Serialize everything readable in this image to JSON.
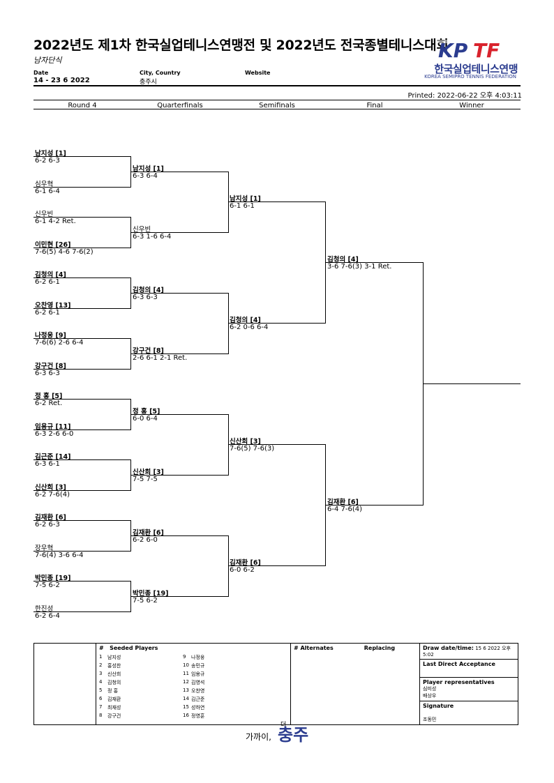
{
  "header": {
    "title": "2022년도 제1차 한국실업테니스연맹전 및 2022년도 전국종별테니스대회",
    "subtitle": "남자단식",
    "date_label": "Date",
    "date_value": "14 - 23 6 2022",
    "city_label": "City, Country",
    "city_value": "충주시",
    "website_label": "Website",
    "printed": "Printed: 2022-06-22 오후 4:03:11"
  },
  "logo": {
    "letters": "KPTF",
    "name_ko": "한국실업테니스연맹",
    "name_en": "KOREA SEMIPRO TENNIS FEDERATION",
    "brand_color": "#2b3c8f",
    "accent_color": "#d9232d"
  },
  "rounds": [
    "Round 4",
    "Quarterfinals",
    "Semifinals",
    "Final",
    "Winner"
  ],
  "round4": [
    {
      "name": "남지성",
      "seed": "[1]",
      "score": "6-2 6-3"
    },
    {
      "name": "심우혁",
      "seed": "",
      "score": "6-1 6-4"
    },
    {
      "name": "신우빈",
      "seed": "",
      "score": "6-1 4-2 Ret."
    },
    {
      "name": "이민현",
      "seed": "[26]",
      "score": "7-6(5) 4-6 7-6(2)"
    },
    {
      "name": "김청의",
      "seed": "[4]",
      "score": "6-2 6-1"
    },
    {
      "name": "오찬영",
      "seed": "[13]",
      "score": "6-2 6-1"
    },
    {
      "name": "나정웅",
      "seed": "[9]",
      "score": "7-6(6) 2-6 6-4"
    },
    {
      "name": "강구건",
      "seed": "[8]",
      "score": "6-3 6-3"
    },
    {
      "name": "정 홍",
      "seed": "[5]",
      "score": "6-2 Ret."
    },
    {
      "name": "임용규",
      "seed": "[11]",
      "score": "6-3 2-6 6-0"
    },
    {
      "name": "김근준",
      "seed": "[14]",
      "score": "6-3 6-1"
    },
    {
      "name": "신산희",
      "seed": "[3]",
      "score": "6-2 7-6(4)"
    },
    {
      "name": "김재환",
      "seed": "[6]",
      "score": "6-2 6-3"
    },
    {
      "name": "장우혁",
      "seed": "",
      "score": "7-6(4) 3-6 6-4"
    },
    {
      "name": "박민종",
      "seed": "[19]",
      "score": "7-5 6-2"
    },
    {
      "name": "한진성",
      "seed": "",
      "score": "6-2 6-4"
    }
  ],
  "quarterfinals": [
    {
      "name": "남지성",
      "seed": "[1]",
      "score": "6-3 6-4"
    },
    {
      "name": "신우빈",
      "seed": "",
      "score": "6-3 1-6 6-4"
    },
    {
      "name": "김청의",
      "seed": "[4]",
      "score": "6-3 6-3"
    },
    {
      "name": "강구건",
      "seed": "[8]",
      "score": "2-6 6-1 2-1 Ret."
    },
    {
      "name": "정 홍",
      "seed": "[5]",
      "score": "6-0 6-4"
    },
    {
      "name": "신산희",
      "seed": "[3]",
      "score": "7-5 7-5"
    },
    {
      "name": "김재환",
      "seed": "[6]",
      "score": "6-2 6-0"
    },
    {
      "name": "박민종",
      "seed": "[19]",
      "score": "7-5 6-2"
    }
  ],
  "semifinals": [
    {
      "name": "남지성",
      "seed": "[1]",
      "score": "6-1 6-1"
    },
    {
      "name": "김청의",
      "seed": "[4]",
      "score": "6-2 0-6 6-4"
    },
    {
      "name": "신산희",
      "seed": "[3]",
      "score": "7-6(5) 7-6(3)"
    },
    {
      "name": "김재환",
      "seed": "[6]",
      "score": "6-0 6-2"
    }
  ],
  "final": [
    {
      "name": "김청의",
      "seed": "[4]",
      "score": "3-6 7-6(3) 3-1 Ret."
    },
    {
      "name": "김재환",
      "seed": "[6]",
      "score": "6-4 7-6(4)"
    }
  ],
  "footer": {
    "seeded_title": "Seeded Players",
    "hash": "#",
    "seeds_left": [
      {
        "n": "1",
        "name": "남지성"
      },
      {
        "n": "2",
        "name": "홍성찬"
      },
      {
        "n": "3",
        "name": "신산희"
      },
      {
        "n": "4",
        "name": "김청의"
      },
      {
        "n": "5",
        "name": "정 홍"
      },
      {
        "n": "6",
        "name": "김재환"
      },
      {
        "n": "7",
        "name": "최재성"
      },
      {
        "n": "8",
        "name": "강구건"
      }
    ],
    "seeds_right": [
      {
        "n": "9",
        "name": "나정웅"
      },
      {
        "n": "10",
        "name": "송민규"
      },
      {
        "n": "11",
        "name": "임용규"
      },
      {
        "n": "12",
        "name": "김영석"
      },
      {
        "n": "13",
        "name": "오찬영"
      },
      {
        "n": "14",
        "name": "김근준"
      },
      {
        "n": "15",
        "name": "성하연"
      },
      {
        "n": "16",
        "name": "정영훈"
      }
    ],
    "alternates": "# Alternates",
    "replacing": "Replacing",
    "draw_label": "Draw date/time:",
    "draw_value": "15 6 2022 오후 5:02",
    "last_direct": "Last Direct Acceptance",
    "player_reps": "Player representatives",
    "rep1": "심미성",
    "rep2": "배상우",
    "signature": "Signature",
    "signer": "조동민"
  },
  "city_logo": {
    "small": "더",
    "text": "가까이,",
    "big": "충주"
  }
}
